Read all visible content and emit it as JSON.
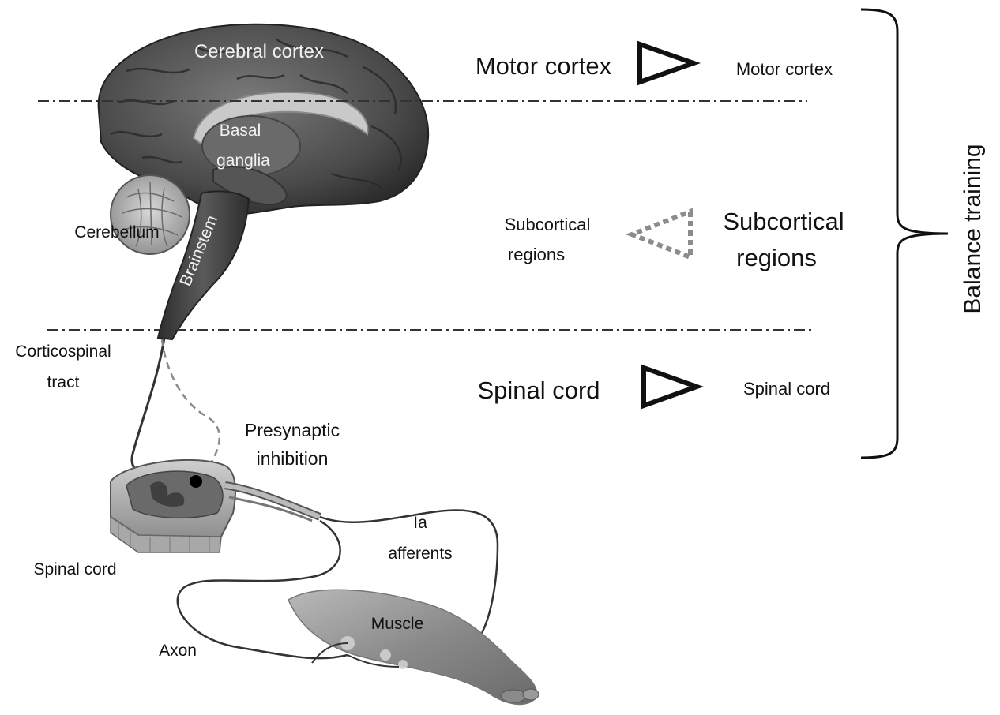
{
  "anatomy_labels": {
    "cerebral_cortex": "Cerebral cortex",
    "basal_ganglia": [
      "Basal",
      "ganglia"
    ],
    "cerebellum": "Cerebellum",
    "brainstem": "Brainstem",
    "corticospinal_tract": [
      "Corticospinal",
      "tract"
    ],
    "presynaptic_inhibition": [
      "Presynaptic",
      "inhibition"
    ],
    "ia_afferents": [
      "Ia",
      "afferents"
    ],
    "spinal_cord_anatomy": "Spinal cord",
    "muscle": "Muscle",
    "axon": "Axon"
  },
  "levels": {
    "motor_cortex": {
      "large_label": "Motor cortex",
      "small_label": "Motor cortex"
    },
    "subcortical": {
      "small_label": [
        "Subcortical",
        "regions"
      ],
      "large_label": [
        "Subcortical",
        "regions"
      ]
    },
    "spinal_cord": {
      "large_label": "Spinal cord",
      "small_label": "Spinal cord"
    }
  },
  "bracket_label": "Balance training",
  "colors": {
    "brain_dark": "#3a3a3a",
    "brain_mid": "#5e5e5e",
    "brain_light": "#9a9a9a",
    "ventricle": "#c9c9c9",
    "dashed_inhibition": "#8a8a8a",
    "dotted_triangle": "#8c8c8c",
    "text": "#111111"
  }
}
